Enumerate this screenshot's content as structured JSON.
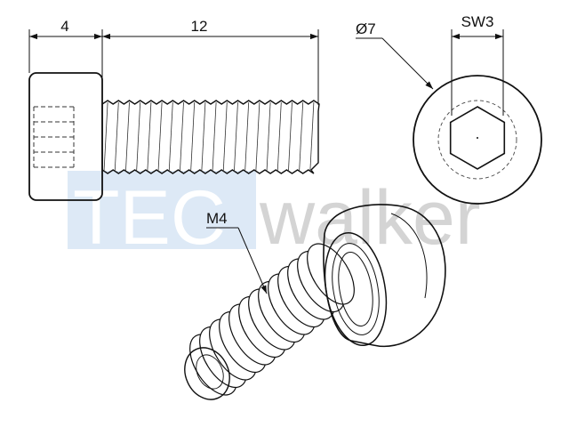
{
  "watermark": {
    "part1": "TEC",
    "part2": "walker",
    "box_color": "#dde9f6",
    "part1_color": "#ffffff",
    "part2_color": "#d4d4d4"
  },
  "dimensions": {
    "head_length": "4",
    "shaft_length": "12",
    "head_diameter": "Ø7",
    "socket_size": "SW3",
    "thread": "M4"
  },
  "colors": {
    "line": "#111111",
    "hidden_line": "#333333",
    "background": "#ffffff"
  }
}
